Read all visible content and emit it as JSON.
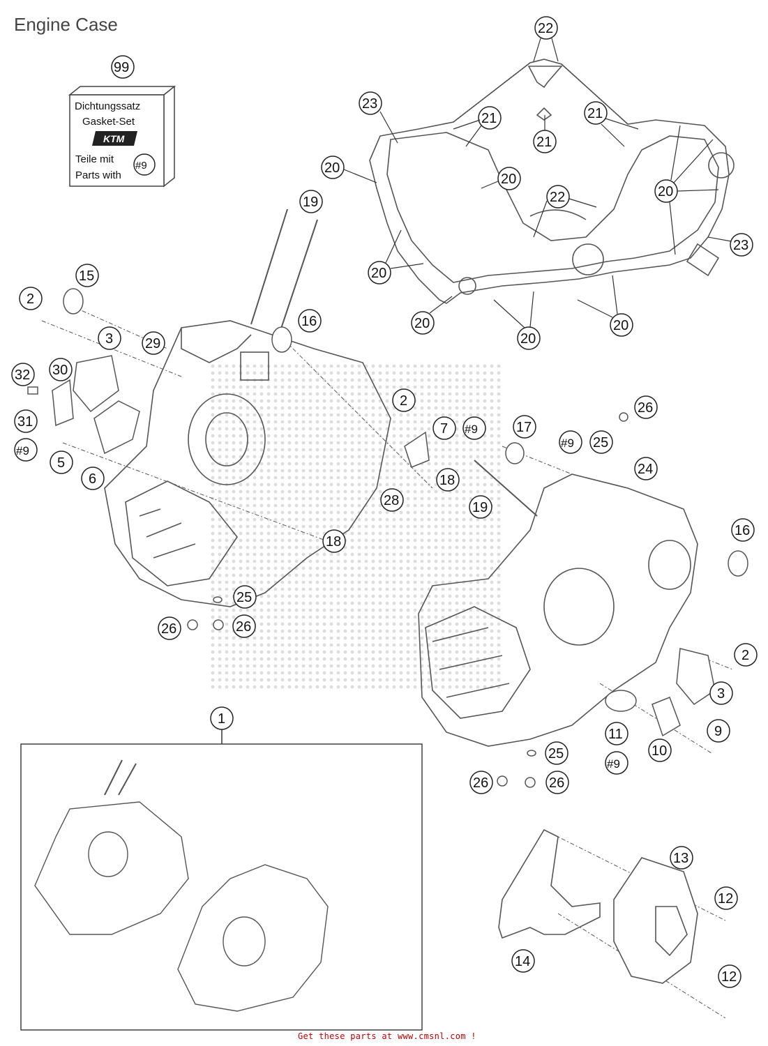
{
  "page": {
    "title": "Engine Case"
  },
  "gasket_kit": {
    "callout": "99",
    "line1": "Dichtungssatz",
    "line2": "Gasket-Set",
    "brand": "KTM",
    "line3": "Teile mit",
    "line4": "Parts with",
    "badge": "#9"
  },
  "callouts": [
    {
      "id": "c22a",
      "label": "22"
    },
    {
      "id": "c23a",
      "label": "23"
    },
    {
      "id": "c21a",
      "label": "21"
    },
    {
      "id": "c21b",
      "label": "21"
    },
    {
      "id": "c21c",
      "label": "21"
    },
    {
      "id": "c20a",
      "label": "20"
    },
    {
      "id": "c20b",
      "label": "20"
    },
    {
      "id": "c22b",
      "label": "22"
    },
    {
      "id": "c20c",
      "label": "20"
    },
    {
      "id": "c23b",
      "label": "23"
    },
    {
      "id": "c20d",
      "label": "20"
    },
    {
      "id": "c20e",
      "label": "20"
    },
    {
      "id": "c20f",
      "label": "20"
    },
    {
      "id": "c20g",
      "label": "20"
    },
    {
      "id": "c19a",
      "label": "19"
    },
    {
      "id": "c15",
      "label": "15"
    },
    {
      "id": "c2a",
      "label": "2"
    },
    {
      "id": "c16a",
      "label": "16"
    },
    {
      "id": "c3a",
      "label": "3"
    },
    {
      "id": "c29",
      "label": "29"
    },
    {
      "id": "c32",
      "label": "32"
    },
    {
      "id": "c30",
      "label": "30"
    },
    {
      "id": "c2b",
      "label": "2"
    },
    {
      "id": "c31",
      "label": "31"
    },
    {
      "id": "c9a",
      "label": "#9"
    },
    {
      "id": "c5",
      "label": "5"
    },
    {
      "id": "c6",
      "label": "6"
    },
    {
      "id": "c7",
      "label": "7"
    },
    {
      "id": "c9b",
      "label": "#9"
    },
    {
      "id": "c17",
      "label": "17"
    },
    {
      "id": "c9c",
      "label": "#9"
    },
    {
      "id": "c25a",
      "label": "25"
    },
    {
      "id": "c26a",
      "label": "26"
    },
    {
      "id": "c24",
      "label": "24"
    },
    {
      "id": "c18a",
      "label": "18"
    },
    {
      "id": "c28",
      "label": "28"
    },
    {
      "id": "c19b",
      "label": "19"
    },
    {
      "id": "c16b",
      "label": "16"
    },
    {
      "id": "c18b",
      "label": "18"
    },
    {
      "id": "c25b",
      "label": "25"
    },
    {
      "id": "c26b",
      "label": "26"
    },
    {
      "id": "c26c",
      "label": "26"
    },
    {
      "id": "c2c",
      "label": "2"
    },
    {
      "id": "c3b",
      "label": "3"
    },
    {
      "id": "c1",
      "label": "1"
    },
    {
      "id": "c11",
      "label": "11"
    },
    {
      "id": "c9d",
      "label": "9"
    },
    {
      "id": "c10",
      "label": "10"
    },
    {
      "id": "c9e",
      "label": "#9"
    },
    {
      "id": "c25c",
      "label": "25"
    },
    {
      "id": "c26d",
      "label": "26"
    },
    {
      "id": "c26e",
      "label": "26"
    },
    {
      "id": "c13",
      "label": "13"
    },
    {
      "id": "c12a",
      "label": "12"
    },
    {
      "id": "c14",
      "label": "14"
    },
    {
      "id": "c12b",
      "label": "12"
    }
  ],
  "footer": {
    "text": "Get these parts at www.cmsnl.com !"
  },
  "colors": {
    "line": "#444444",
    "text": "#111111",
    "footer": "#c00000",
    "watermark": "#cccccc"
  }
}
